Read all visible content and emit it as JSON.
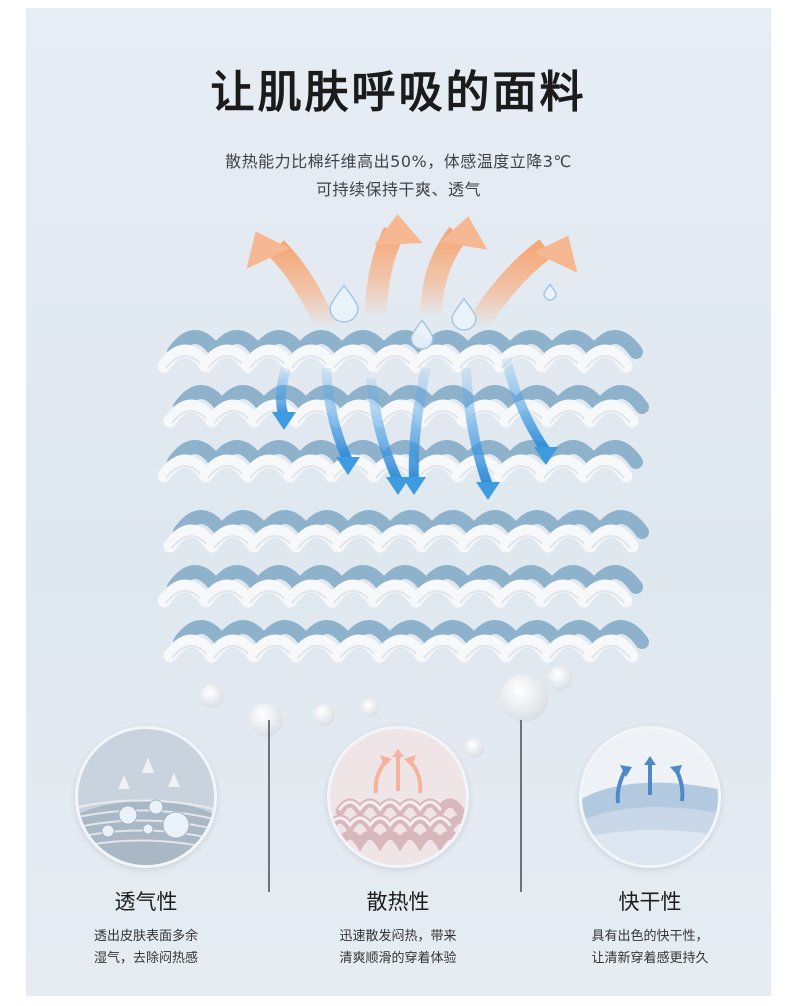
{
  "headline": "让肌肤呼吸的面料",
  "subtitle_line1": "散热能力比棉纤维高出50%，体感温度立降3℃",
  "subtitle_line2": "可持续保持干爽、透气",
  "features": [
    {
      "title": "透气性",
      "desc_line1": "透出皮肤表面多余",
      "desc_line2": "湿气，去除闷热感",
      "icon": "water-droplets-fabric-icon"
    },
    {
      "title": "散热性",
      "desc_line1": "迅速散发闷热，带来",
      "desc_line2": "清爽顺滑的穿着体验",
      "icon": "heat-release-fabric-icon"
    },
    {
      "title": "快干性",
      "desc_line1": "具有出色的快干性，",
      "desc_line2": "让清新穿着感更持久",
      "icon": "quick-dry-fabric-icon"
    }
  ],
  "colors": {
    "background": "#e3eaf1",
    "fiber_blue": "#8fb2cc",
    "fiber_white": "#f7f8fa",
    "heat_arrow": "#f6b892",
    "moisture_arrow": "#3f9be0"
  }
}
